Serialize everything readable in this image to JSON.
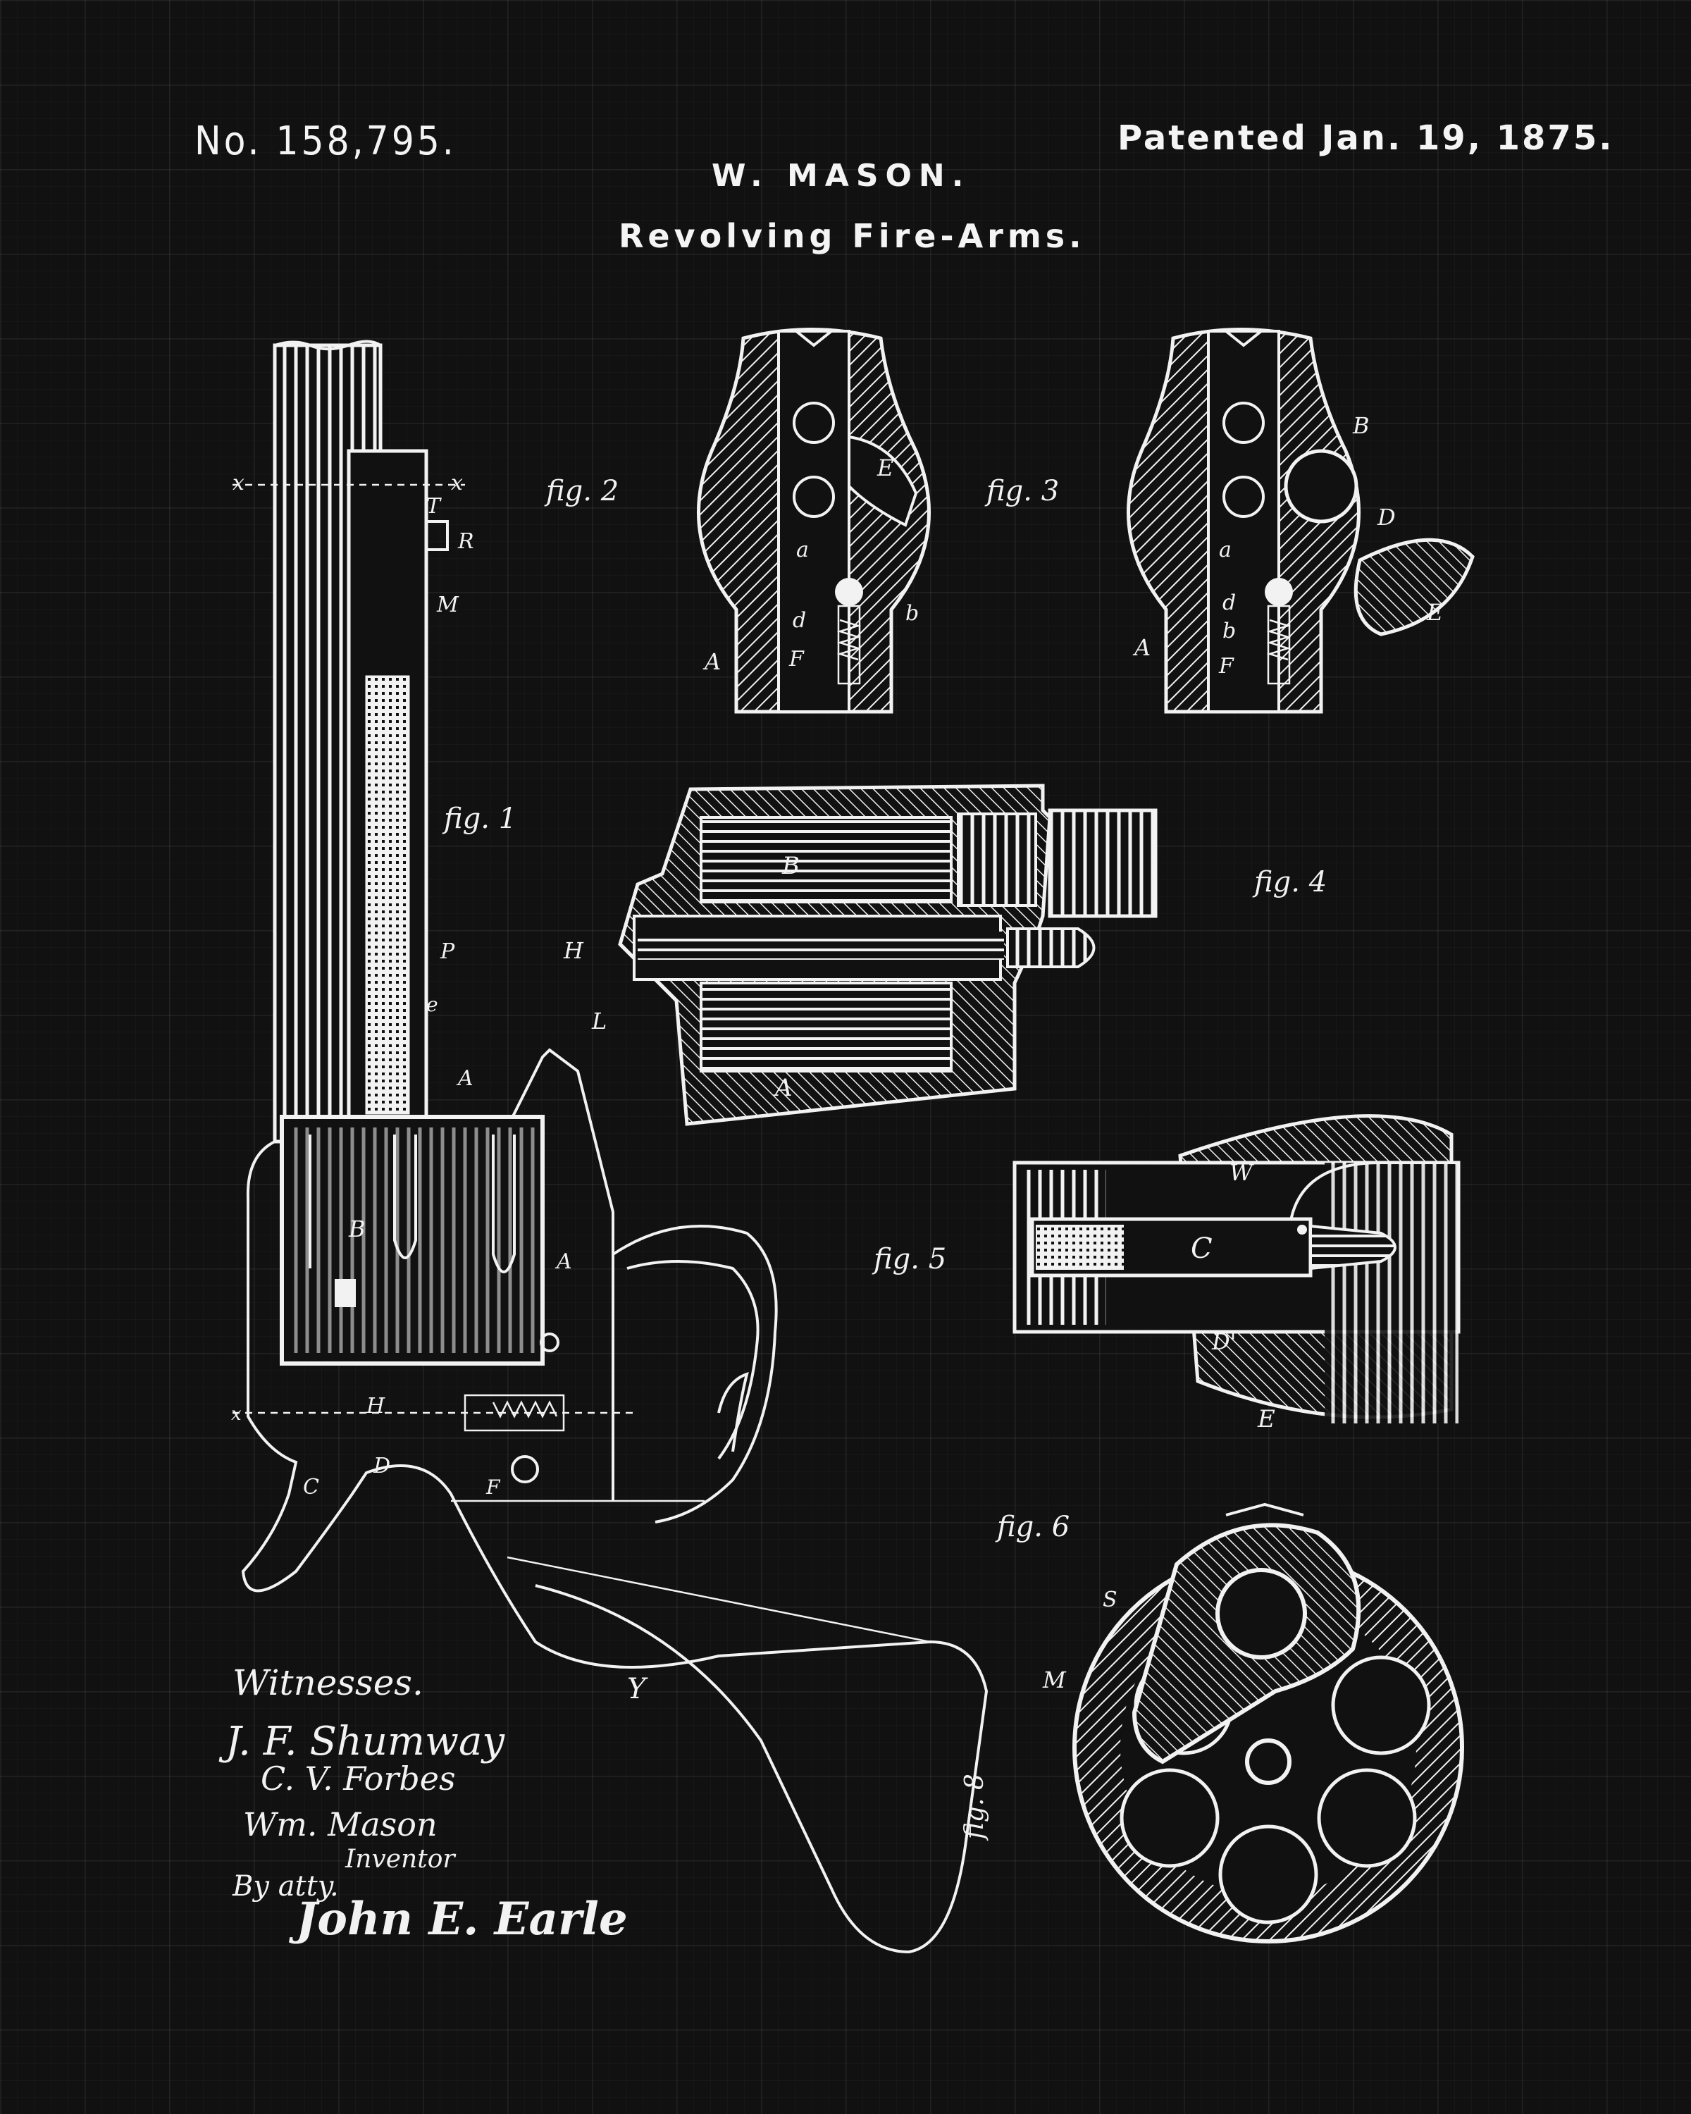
{
  "header": {
    "patent_number": "No. 158,795.",
    "patent_date": "Patented Jan. 19, 1875.",
    "inventor_heading": "W. MASON.",
    "title": "Revolving Fire-Arms."
  },
  "figures": {
    "fig1": {
      "caption": "fig. 1",
      "labels": [
        "x",
        "x",
        "T",
        "R",
        "M",
        "P",
        "e",
        "A",
        "B",
        "A",
        "C",
        "D",
        "H",
        "x",
        "F",
        "Y"
      ]
    },
    "fig2": {
      "caption": "fig. 2",
      "labels": [
        "E",
        "a",
        "b",
        "d",
        "F",
        "A"
      ]
    },
    "fig3": {
      "caption": "fig. 3",
      "labels": [
        "B",
        "D",
        "a",
        "d",
        "b",
        "F",
        "A",
        "E"
      ]
    },
    "fig4": {
      "caption": "fig. 4",
      "labels": [
        "B",
        "H",
        "L",
        "A"
      ]
    },
    "fig5": {
      "caption": "fig. 5",
      "labels": [
        "W",
        "C",
        "D'",
        "E"
      ]
    },
    "fig6": {
      "caption": "fig. 6",
      "labels": [
        "S",
        "M"
      ]
    },
    "fig8": {
      "caption": "fig. 8"
    }
  },
  "signatures": {
    "witnesses_label": "Witnesses.",
    "witness_1": "J. F. Shumway",
    "witness_2": "C. V. Forbes",
    "inventor_name": "Wm. Mason",
    "inventor_label": "Inventor",
    "by_label": "By atty.",
    "attorney": "John E. Earle"
  },
  "colors": {
    "background": "#111111",
    "ink": "#f2f2f2"
  }
}
